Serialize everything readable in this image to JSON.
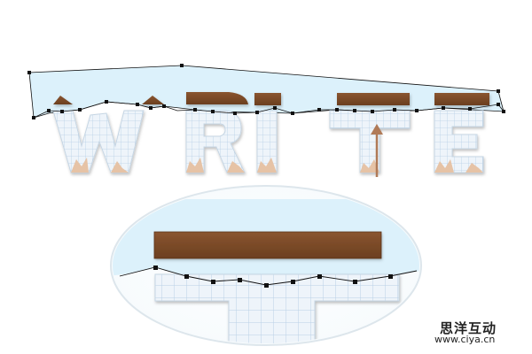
{
  "word": "WRITE",
  "letters": [
    "W",
    "R",
    "I",
    "T",
    "E"
  ],
  "watermark": {
    "site_cn": "思洋互动",
    "site_url": "www.ciya.cn"
  },
  "colors": {
    "sky": "#dcf1fb",
    "paper": "#eef4fa",
    "grid": "#b9d0e6",
    "wood": "#7a4a26",
    "wood_dark": "#5c341a",
    "torn": "#e6c3a6",
    "path": "#111111",
    "arrow": "#b07a57"
  },
  "icons": {
    "direction_arrow": "arrow-up-icon",
    "anchor_points": "anchor-point-icon"
  },
  "views": {
    "main": "path-editing-view",
    "zoom": "magnified-detail-ellipse"
  }
}
